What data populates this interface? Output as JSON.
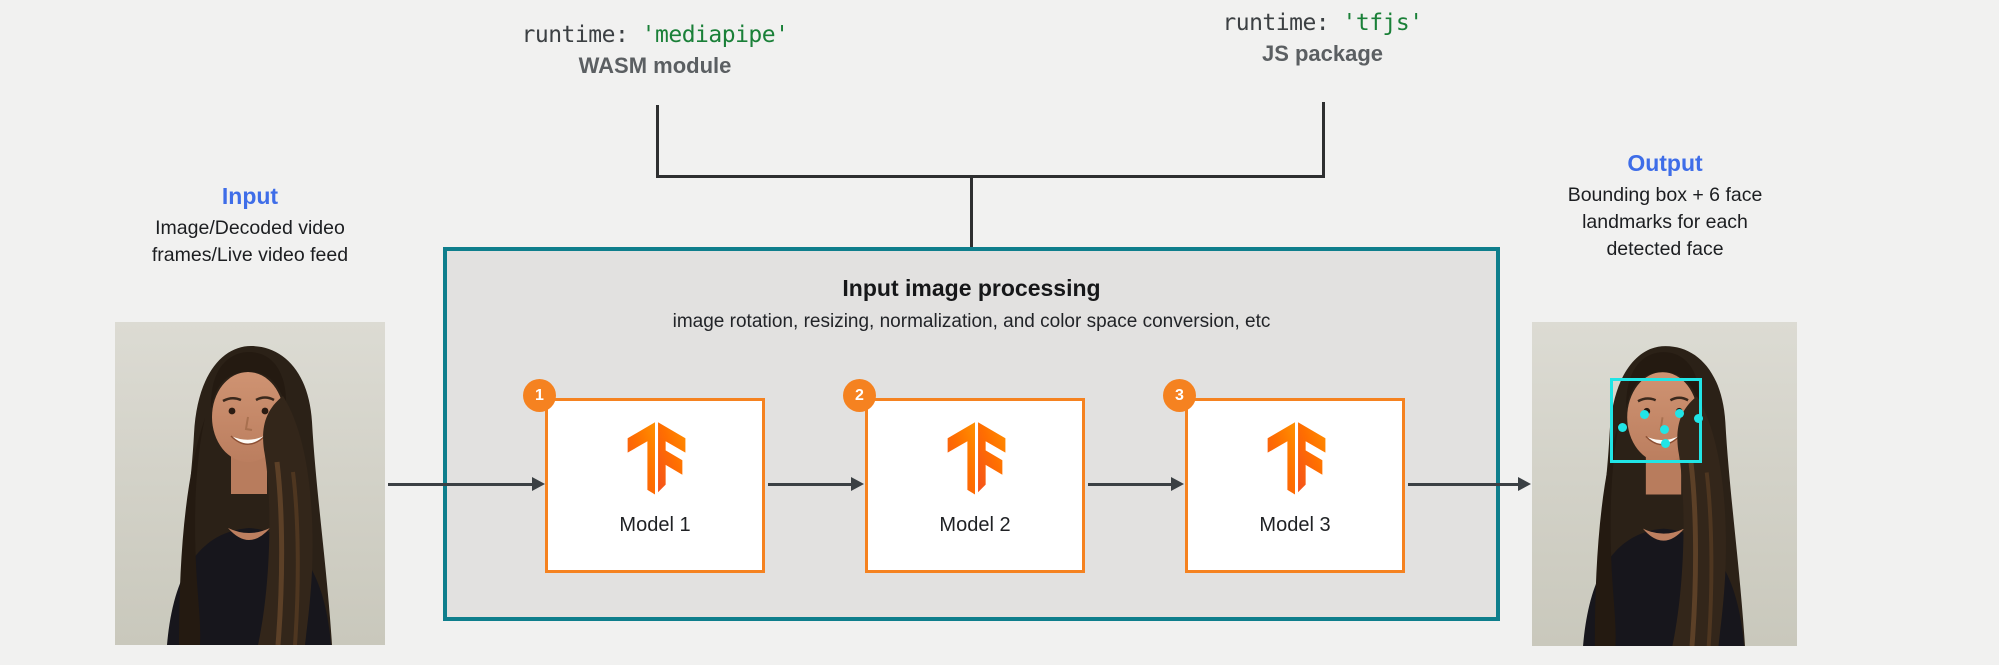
{
  "diagram": {
    "runtime_left": {
      "key": "runtime:",
      "value": "'mediapipe'",
      "caption": "WASM module"
    },
    "runtime_right": {
      "key": "runtime:",
      "value": "'tfjs'",
      "caption": "JS package"
    },
    "input": {
      "title": "Input",
      "line1": "Image/Decoded video",
      "line2": "frames/Live video feed"
    },
    "output": {
      "title": "Output",
      "line1": "Bounding box + 6 face",
      "line2": "landmarks for each",
      "line3": "detected face"
    },
    "processing": {
      "title": "Input image processing",
      "subtitle": "image rotation, resizing, normalization, and color space conversion, etc",
      "models": [
        {
          "badge": "1",
          "label": "Model 1",
          "icon": "tensorflow-logo"
        },
        {
          "badge": "2",
          "label": "Model 2",
          "icon": "tensorflow-logo"
        },
        {
          "badge": "3",
          "label": "Model 3",
          "icon": "tensorflow-logo"
        }
      ]
    },
    "photos": {
      "input_description": "Portrait photo of a smiling woman with long dark hair",
      "output_description": "Same portrait with cyan face bounding box and 6 landmark dots"
    },
    "colors": {
      "accent_blue": "#3E6DE8",
      "teal_border": "#0E7E8C",
      "orange": "#F58220",
      "code_green": "#1A8038",
      "code_gray": "#3C4043",
      "caption_gray": "#5B5F62",
      "landmark_cyan": "#21E5E6",
      "background": "#F1F1F0"
    }
  }
}
